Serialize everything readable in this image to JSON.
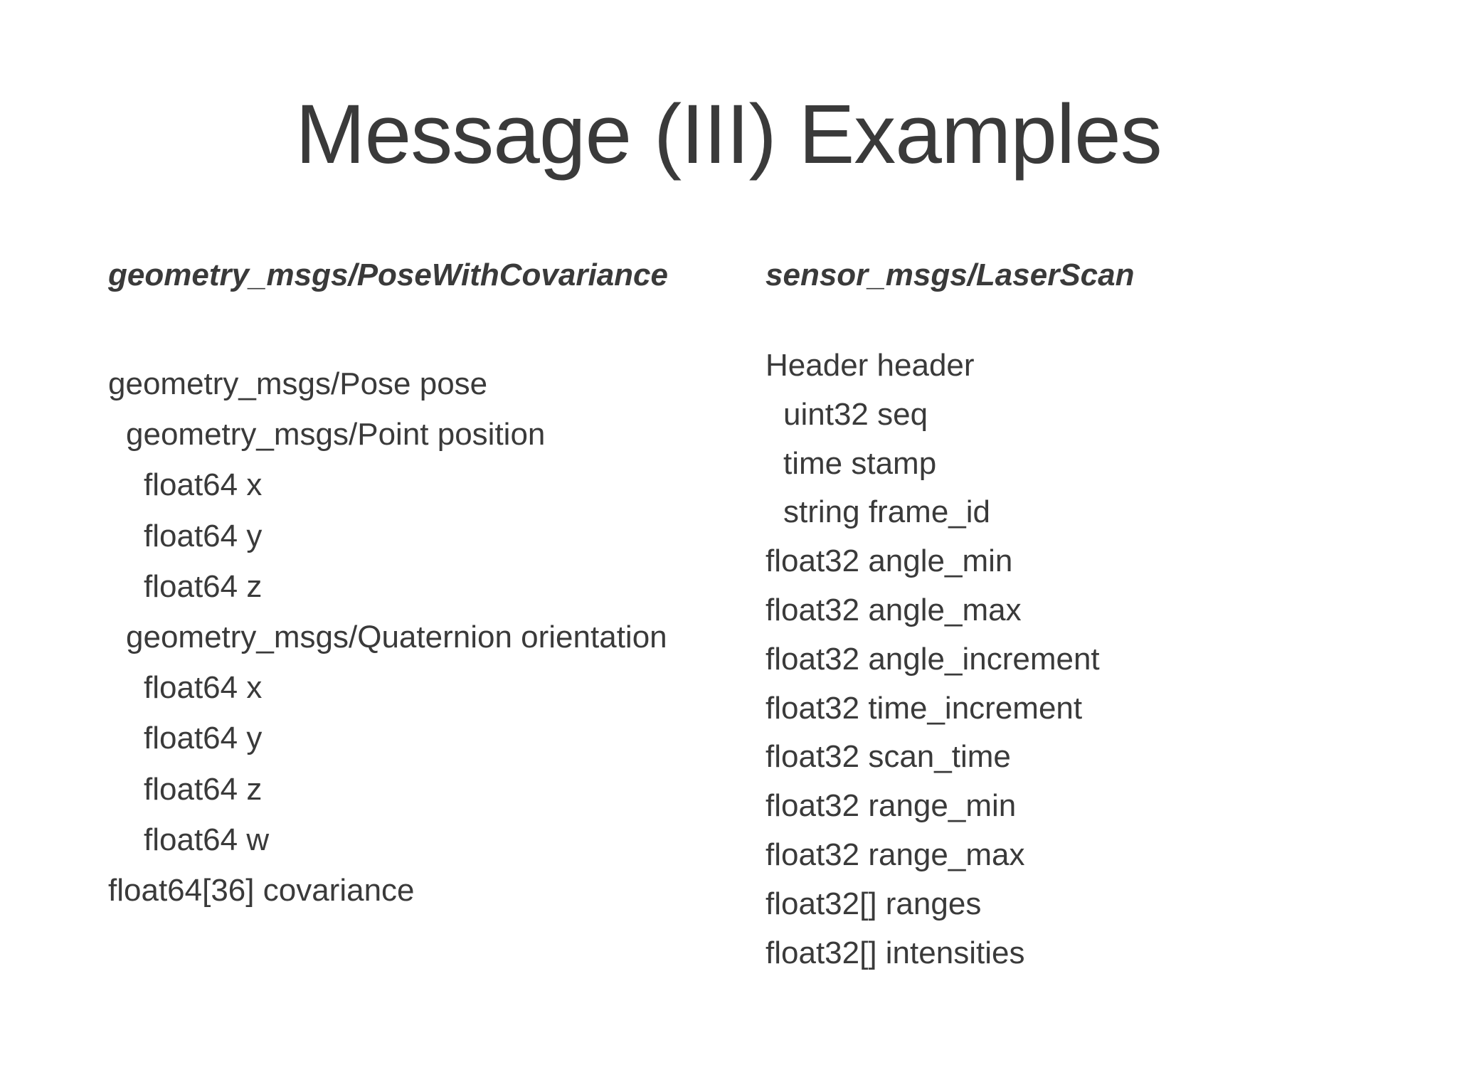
{
  "slide": {
    "title": "Message (III) Examples"
  },
  "left_column": {
    "heading": "geometry_msgs/PoseWithCovariance",
    "lines": [
      {
        "text": "geometry_msgs/Pose pose",
        "indent": 0
      },
      {
        "text": "geometry_msgs/Point position",
        "indent": 1
      },
      {
        "text": "float64 x",
        "indent": 2
      },
      {
        "text": "float64 y",
        "indent": 2
      },
      {
        "text": "float64 z",
        "indent": 2
      },
      {
        "text": "geometry_msgs/Quaternion orientation",
        "indent": 1
      },
      {
        "text": "float64 x",
        "indent": 2
      },
      {
        "text": "float64 y",
        "indent": 2
      },
      {
        "text": "float64 z",
        "indent": 2
      },
      {
        "text": "float64 w",
        "indent": 2
      },
      {
        "text": "float64[36] covariance",
        "indent": 0
      }
    ]
  },
  "right_column": {
    "heading": "sensor_msgs/LaserScan",
    "lines": [
      {
        "text": "Header header",
        "indent": 0
      },
      {
        "text": "uint32 seq",
        "indent": 1
      },
      {
        "text": "time stamp",
        "indent": 1
      },
      {
        "text": "string frame_id",
        "indent": 1
      },
      {
        "text": "float32 angle_min",
        "indent": 0
      },
      {
        "text": "float32 angle_max",
        "indent": 0
      },
      {
        "text": "float32 angle_increment",
        "indent": 0
      },
      {
        "text": "float32 time_increment",
        "indent": 0
      },
      {
        "text": "float32 scan_time",
        "indent": 0
      },
      {
        "text": "float32 range_min",
        "indent": 0
      },
      {
        "text": "float32 range_max",
        "indent": 0
      },
      {
        "text": "float32[] ranges",
        "indent": 0
      },
      {
        "text": "float32[] intensities",
        "indent": 0
      }
    ]
  }
}
